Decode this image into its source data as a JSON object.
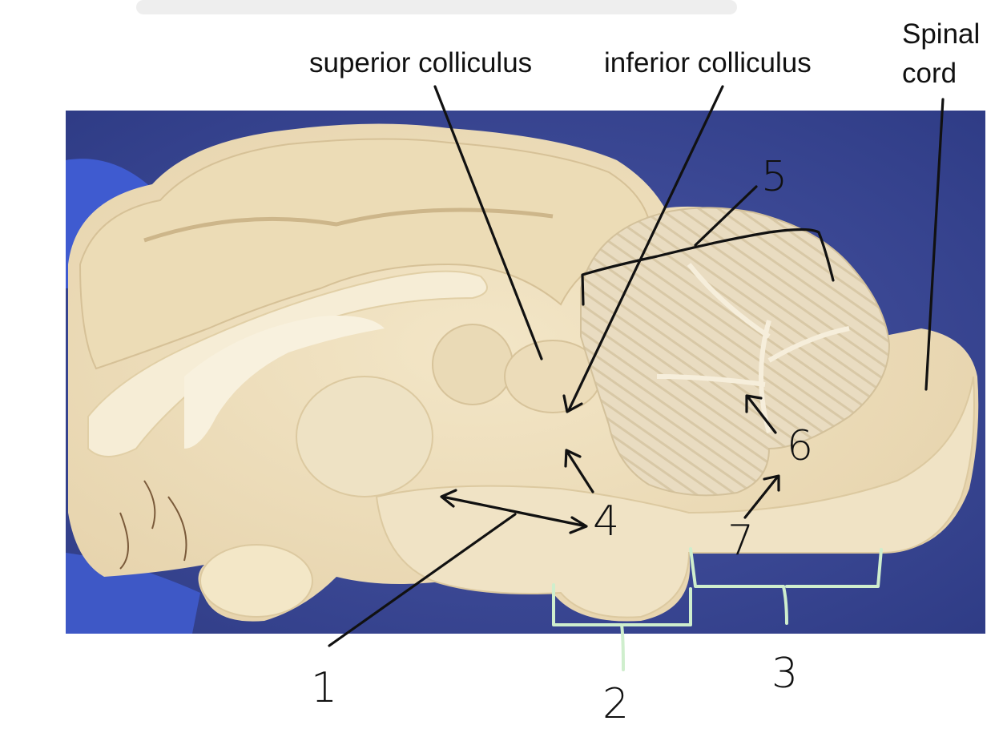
{
  "labels": {
    "superior_colliculus": "superior colliculus",
    "inferior_colliculus": "inferior colliculus",
    "spinal_cord_line1": "Spinal",
    "spinal_cord_line2": "cord"
  },
  "numbers": {
    "n1": "1",
    "n2": "2",
    "n3": "3",
    "n4": "4",
    "n5": "5",
    "n6": "6",
    "n7": "7"
  }
}
